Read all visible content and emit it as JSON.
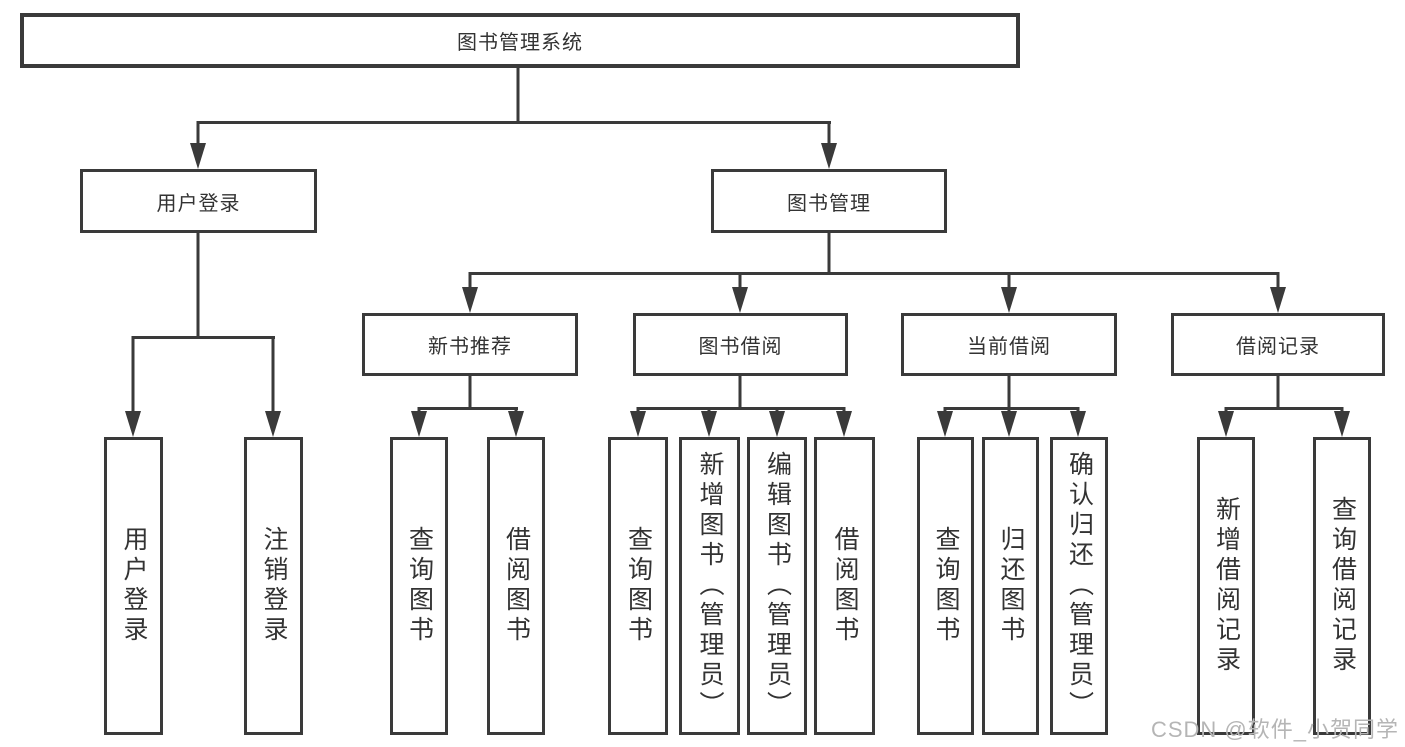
{
  "diagram": {
    "watermark": "CSDN @软件_小贺同学",
    "colors": {
      "line": "#3a3a3a",
      "text": "#333333",
      "background": "#ffffff",
      "watermark": "#b5b5b5"
    },
    "tree": {
      "root": {
        "label": "图书管理系统"
      },
      "branches": [
        {
          "label": "用户登录",
          "children": [
            {
              "label": "用户登录"
            },
            {
              "label": "注销登录"
            }
          ]
        },
        {
          "label": "图书管理",
          "children": [
            {
              "label": "新书推荐",
              "children": [
                {
                  "label": "查询图书"
                },
                {
                  "label": "借阅图书"
                }
              ]
            },
            {
              "label": "图书借阅",
              "children": [
                {
                  "label": "查询图书"
                },
                {
                  "label": "新增图书（管理员）"
                },
                {
                  "label": "编辑图书（管理员）"
                },
                {
                  "label": "借阅图书"
                }
              ]
            },
            {
              "label": "当前借阅",
              "children": [
                {
                  "label": "查询图书"
                },
                {
                  "label": "归还图书"
                },
                {
                  "label": "确认归还（管理员）"
                }
              ]
            },
            {
              "label": "借阅记录",
              "children": [
                {
                  "label": "新增借阅记录"
                },
                {
                  "label": "查询借阅记录"
                }
              ]
            }
          ]
        }
      ]
    }
  }
}
